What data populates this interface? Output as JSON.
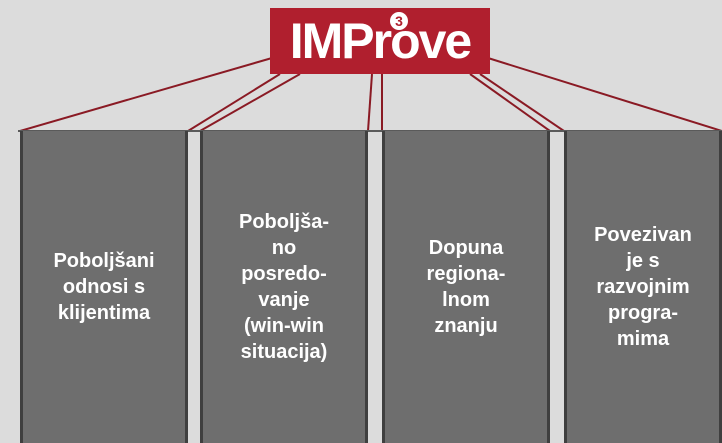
{
  "logo": {
    "text": "IMProve",
    "superscript": "3"
  },
  "pillars": [
    {
      "label": "Poboljšani\nodnosi s\nklijentima"
    },
    {
      "label": "Poboljša-\nno\nposredo-\nvanje\n(win-win\nsituacija)"
    },
    {
      "label": "Dopuna\nregiona-\nlnom\nznanju"
    },
    {
      "label": "Povezivan\nje s\nrazvojnim\nprogra-\nmima"
    }
  ],
  "colors": {
    "brand_red": "#b01f2e",
    "pillar_fill": "#6e6e6e",
    "pillar_edge": "#3f3f3f",
    "background": "#dcdcdc"
  }
}
